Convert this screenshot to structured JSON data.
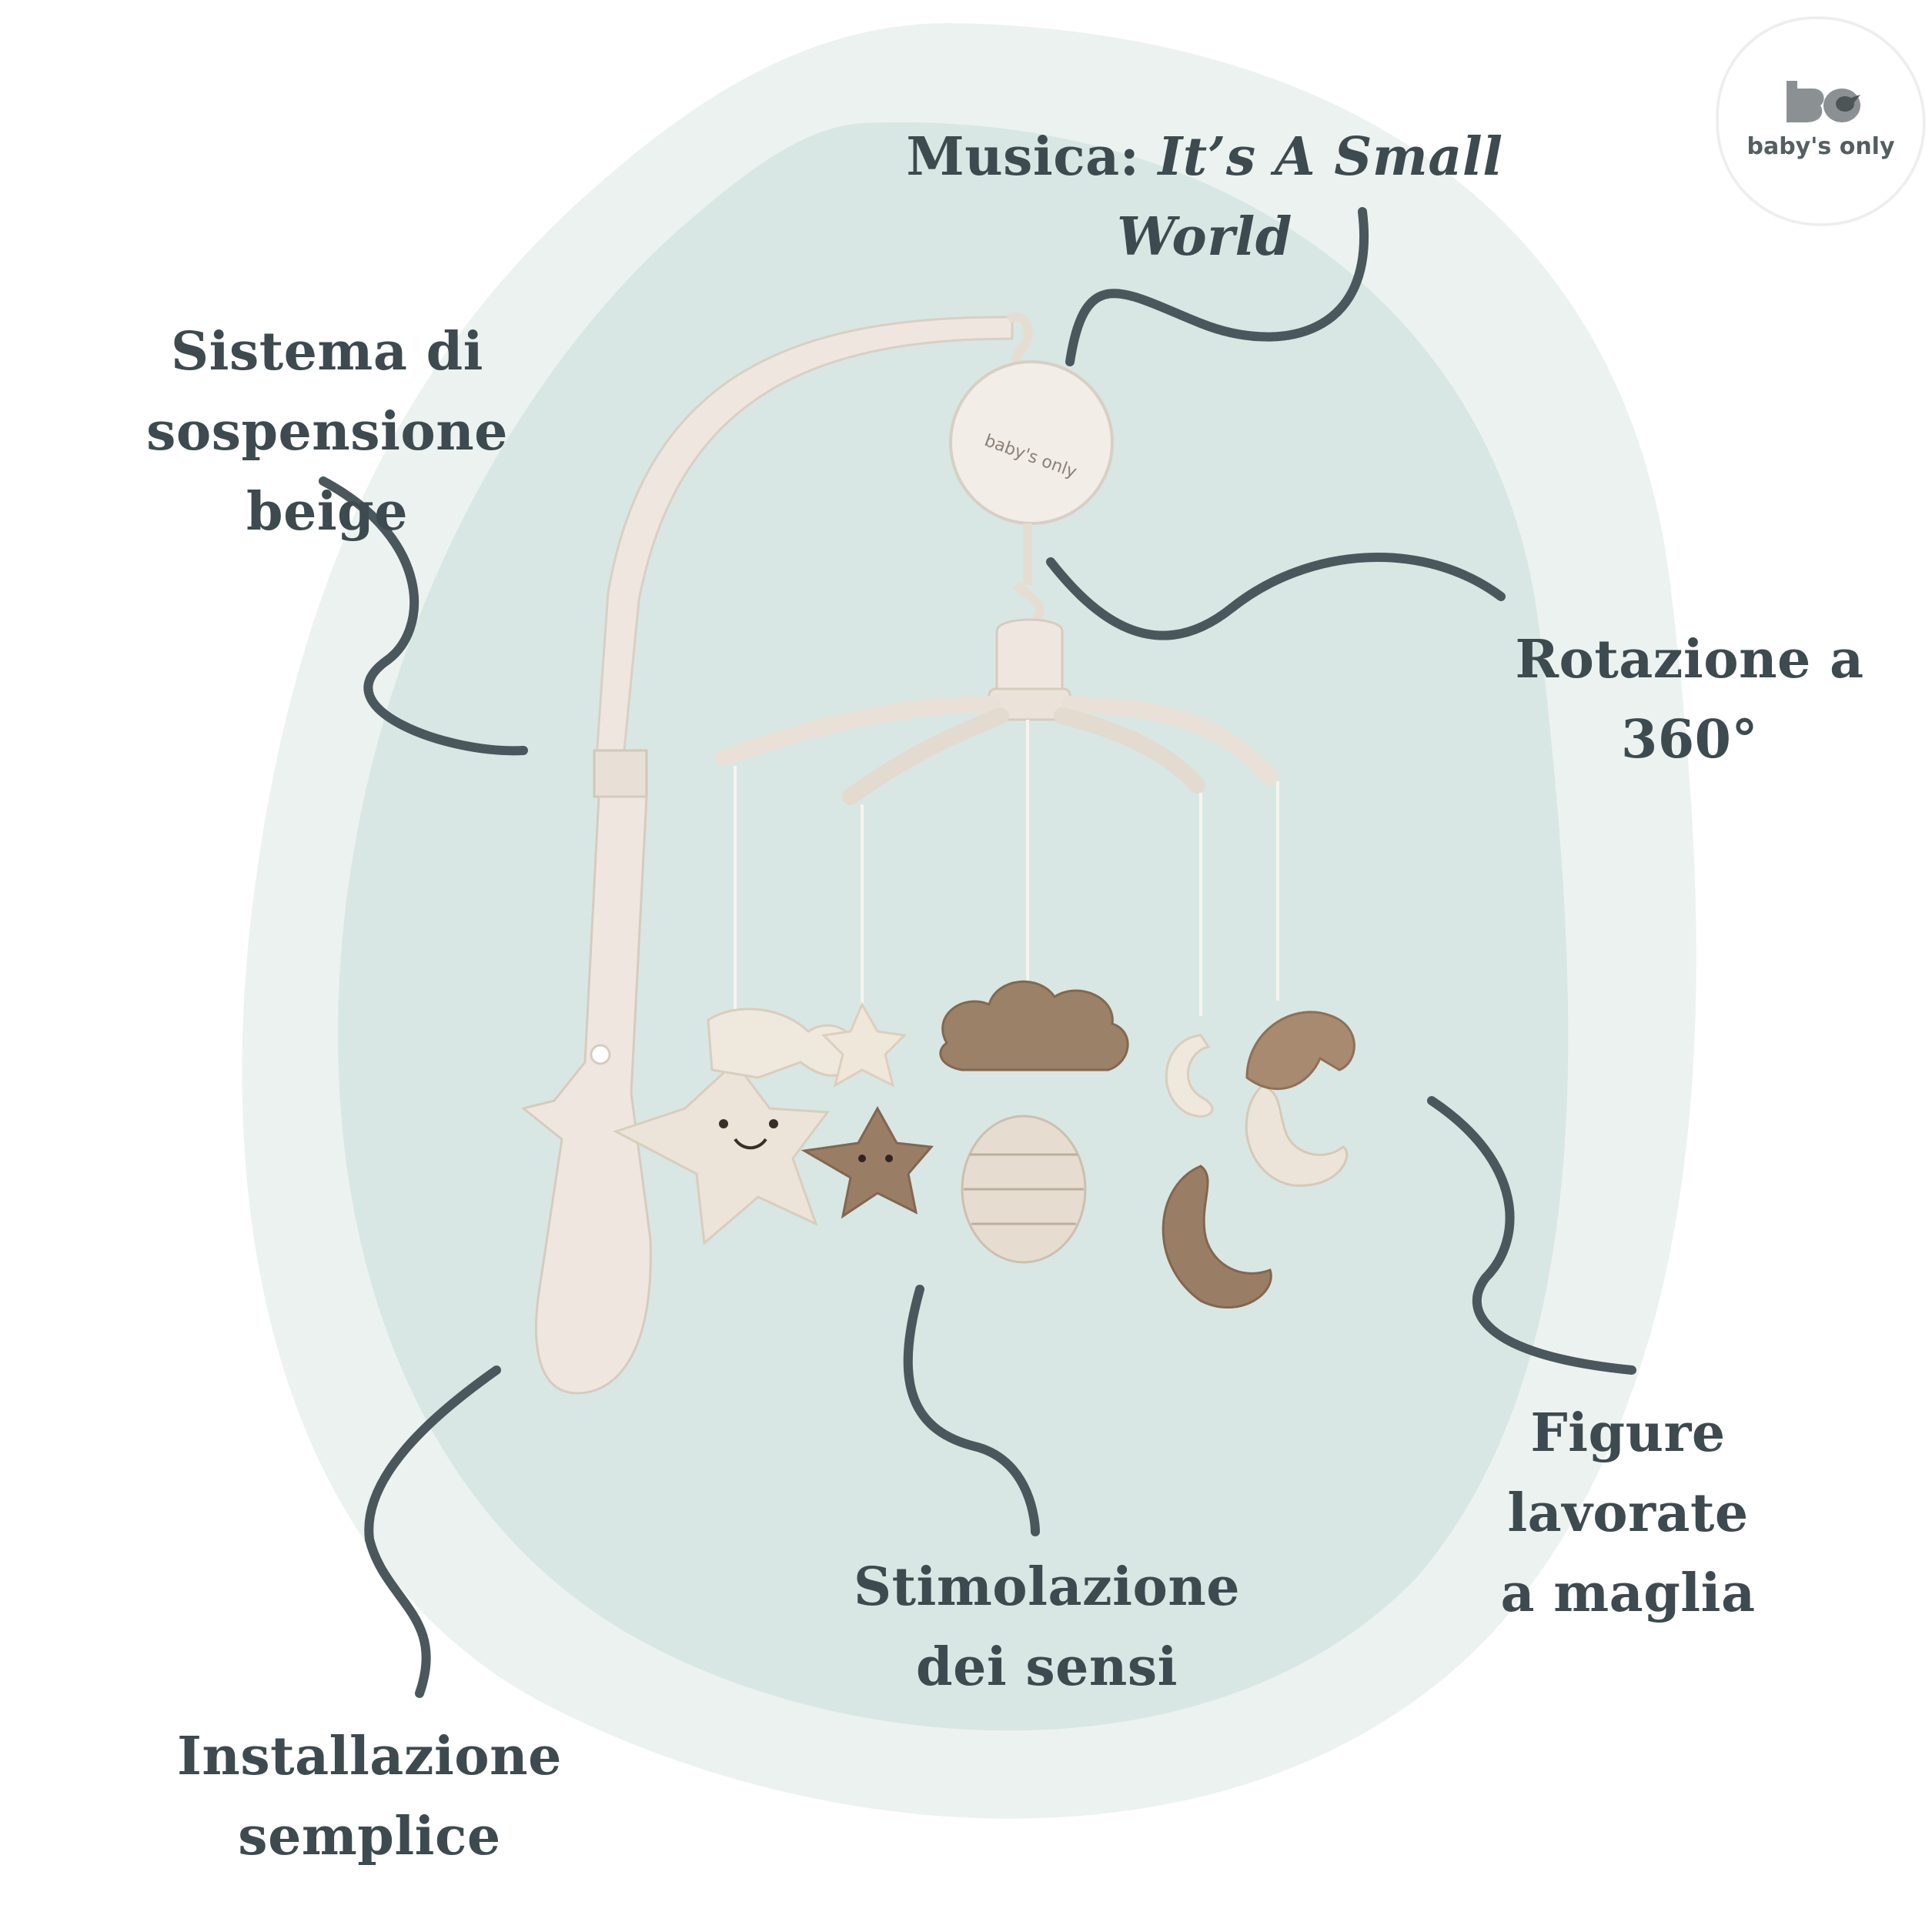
{
  "brand": {
    "logo_text": "baby's only",
    "logo_icon": "bo-monogram-with-bird",
    "colors": {
      "text": "#3d4a4f",
      "blob_outer": "#ecf2f0",
      "blob_inner": "#d8e7e3",
      "product": "#efe7df",
      "accent_brown": "#9a7d65"
    }
  },
  "music": {
    "prefix": "Musica: ",
    "title": "It’s A Small World"
  },
  "features": {
    "suspension": {
      "line1": "Sistema di",
      "line2": "sospensione beige"
    },
    "rotation": {
      "line1": "Rotazione a 360°"
    },
    "knitted": {
      "line1": "Figure lavorate",
      "line2": "a maglia"
    },
    "senses": {
      "line1": "Stimolazione",
      "line2": "dei sensi"
    },
    "install": {
      "line1": "Installazione semplice"
    }
  },
  "product": {
    "music_box_label": "baby's only"
  }
}
